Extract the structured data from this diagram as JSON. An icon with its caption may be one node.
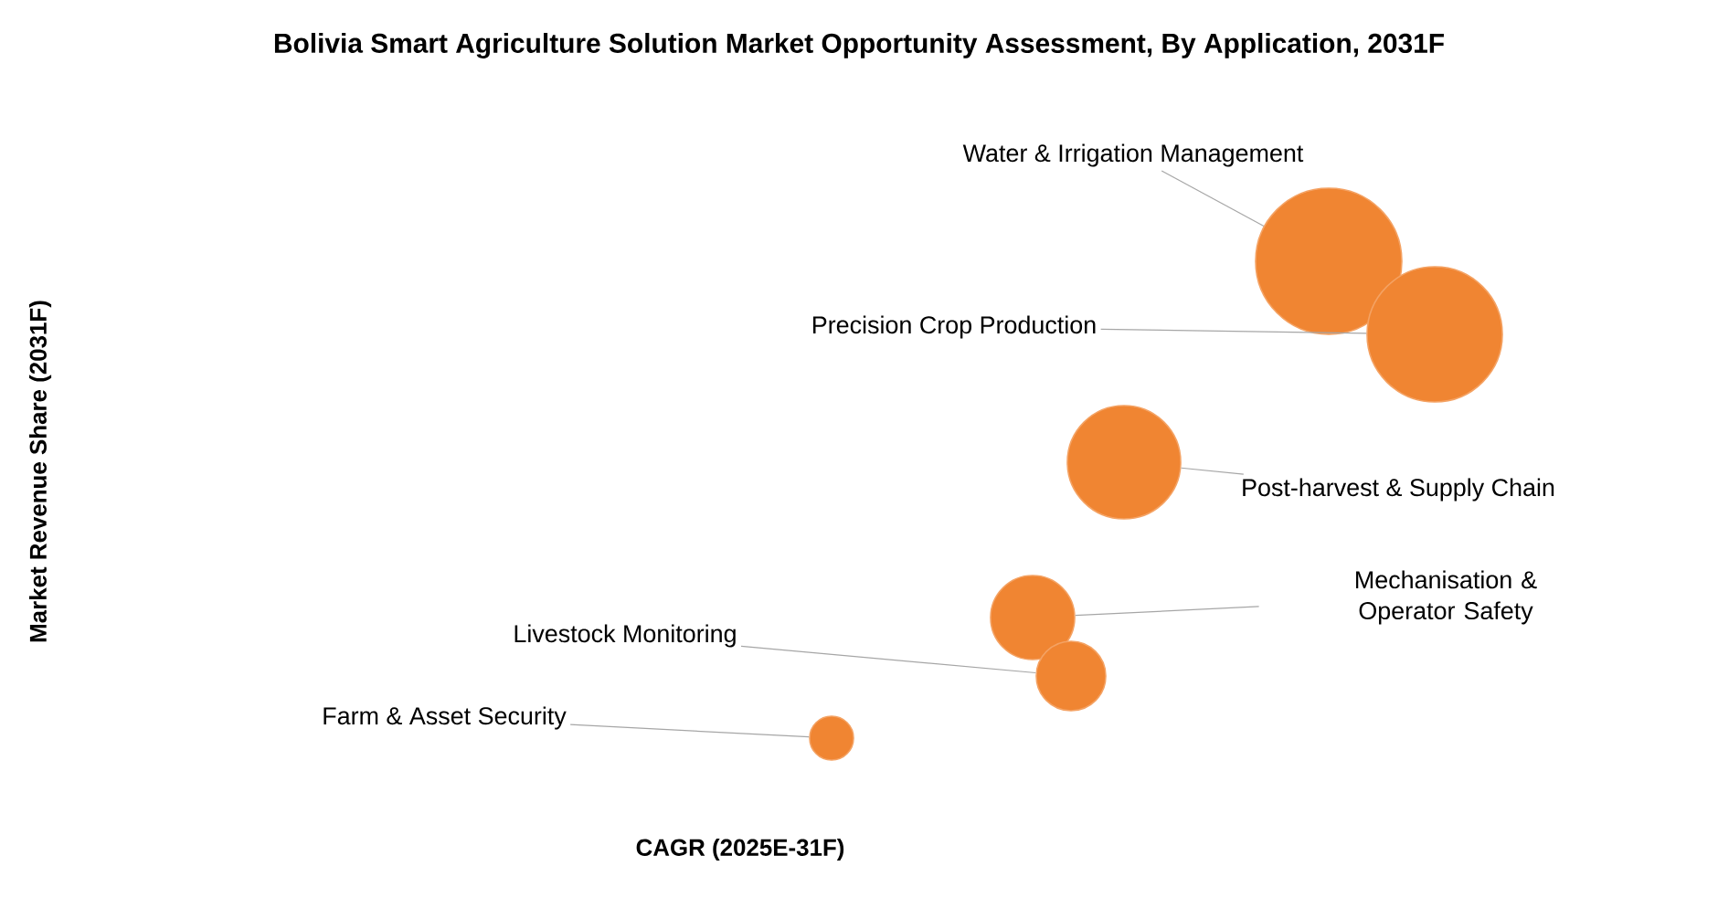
{
  "diagram": {
    "title": "Bolivia Smart Agriculture Solution Market Opportunity Assessment, By Application, 2031F",
    "nodes": [
      {
        "text": [
          "Water & Irrigation Management"
        ]
      },
      {
        "text": [],
        "shape": "circle"
      },
      {
        "text": [
          "Precision Crop Production"
        ]
      },
      {
        "text": [],
        "shape": "circle"
      },
      {
        "text": [],
        "shape": "circle"
      },
      {
        "text": [
          "Post-harvest & Supply Chain"
        ]
      },
      {
        "text": [
          "Mechanisation & Operator Safety"
        ]
      },
      {
        "text": [],
        "shape": "circle"
      },
      {
        "text": [
          "Livestock Monitoring"
        ]
      },
      {
        "text": [],
        "shape": "circle"
      },
      {
        "text": [
          "Farm & Asset Security"
        ]
      },
      {
        "text": [],
        "shape": "circle"
      }
    ],
    "edges": [
      {
        "from": 0,
        "to": 1,
        "arrow": "none"
      },
      {
        "from": 2,
        "to": 3,
        "arrow": "none"
      },
      {
        "from": 5,
        "to": 4,
        "arrow": "none"
      },
      {
        "from": 6,
        "to": 7,
        "arrow": "none"
      },
      {
        "from": 8,
        "to": 9,
        "arrow": "none"
      },
      {
        "from": 10,
        "to": 11,
        "arrow": "none"
      }
    ],
    "labels": [
      "Market Revenue Share (2031F)",
      "CAGR (2025E-31F)"
    ]
  }
}
